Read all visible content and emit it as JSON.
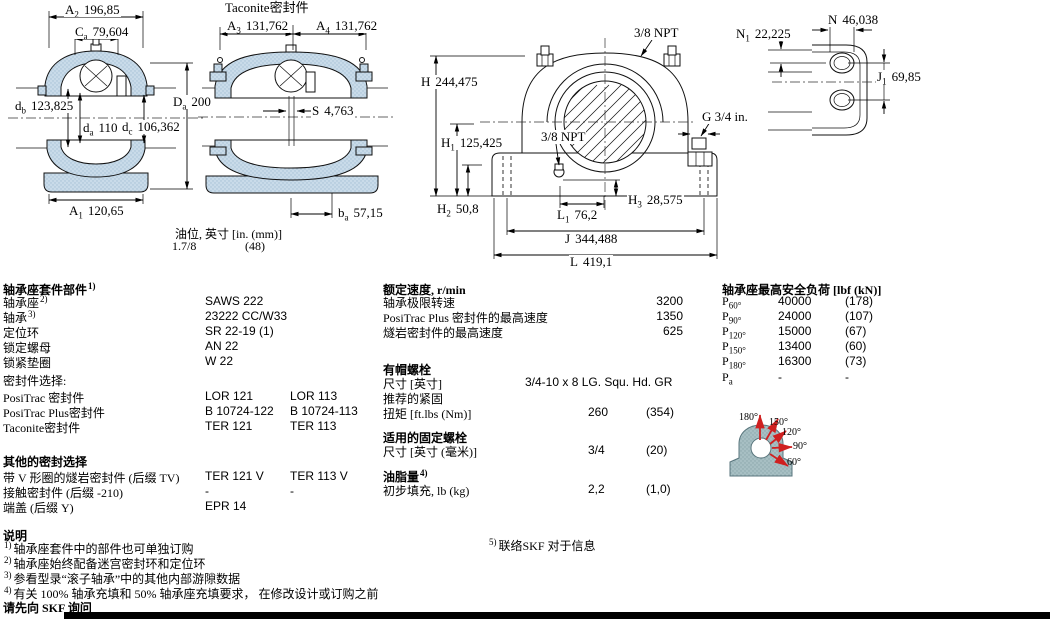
{
  "dims": {
    "a2": {
      "sym": "A",
      "sub": "2",
      "val": "196,85"
    },
    "ca": {
      "sym": "C",
      "sub": "a",
      "val": "79,604"
    },
    "db": {
      "sym": "d",
      "sub": "b",
      "val": "123,825"
    },
    "da": {
      "sym": "d",
      "sub": "a",
      "val": "110"
    },
    "dc": {
      "sym": "d",
      "sub": "c",
      "val": "106,362"
    },
    "Da": {
      "sym": "D",
      "sub": "a",
      "val": "200"
    },
    "a1": {
      "sym": "A",
      "sub": "1",
      "val": "120,65"
    },
    "taconite_title": "Taconite密封件",
    "a3": {
      "sym": "A",
      "sub": "3",
      "val": "131,762"
    },
    "a4": {
      "sym": "A",
      "sub": "4",
      "val": "131,762"
    },
    "s": {
      "sym": "S",
      "sub": "",
      "val": "4,763"
    },
    "ba": {
      "sym": "b",
      "sub": "a",
      "val": "57,15"
    },
    "npt_top": "3/8 NPT",
    "npt_mid": "3/8 NPT",
    "H": {
      "sym": "H",
      "sub": "",
      "val": "244,475"
    },
    "h1": {
      "sym": "H",
      "sub": "1",
      "val": "125,425"
    },
    "g": "G 3/4 in.",
    "h2": {
      "sym": "H",
      "sub": "2",
      "val": "50,8"
    },
    "h3": {
      "sym": "H",
      "sub": "3",
      "val": "28,575"
    },
    "l1": {
      "sym": "L",
      "sub": "1",
      "val": "76,2"
    },
    "j": {
      "sym": "J",
      "sub": "",
      "val": "344,488"
    },
    "l": {
      "sym": "L",
      "sub": "",
      "val": "419,1"
    },
    "n": {
      "sym": "N",
      "sub": "",
      "val": "46,038"
    },
    "n1": {
      "sym": "N",
      "sub": "1",
      "val": "22,225"
    },
    "j1": {
      "sym": "J",
      "sub": "1",
      "val": "69,85"
    }
  },
  "oil": {
    "label": "油位, 英寸 [in. (mm)]",
    "v1": "1.7/8",
    "v2": "(48)"
  },
  "parts": {
    "heading": {
      "text": "轴承座套件部件",
      "sup": "1)"
    },
    "rows": [
      {
        "label": "轴承座",
        "sup": "2)",
        "v1": "SAWS 222",
        "v2": ""
      },
      {
        "label": "轴承",
        "sup": "3)",
        "v1": "23222 CC/W33",
        "v2": ""
      },
      {
        "label": "定位环",
        "sup": "",
        "v1": "SR 22-19 (1)",
        "v2": ""
      },
      {
        "label": "锁定螺母",
        "sup": "",
        "v1": "AN 22",
        "v2": ""
      },
      {
        "label": "锁紧垫圈",
        "sup": "",
        "v1": "W 22",
        "v2": ""
      }
    ]
  },
  "seals": {
    "heading": "密封件选择:",
    "rows": [
      {
        "label": "PosiTrac 密封件",
        "v1": "LOR 121",
        "v2": "LOR 113"
      },
      {
        "label": "PosiTrac Plus密封件",
        "v1": "B 10724-122",
        "v2": "B 10724-113"
      },
      {
        "label": "Taconite密封件",
        "v1": "TER 121",
        "v2": "TER 113"
      }
    ]
  },
  "other_seals": {
    "heading": "其他的密封选择",
    "rows": [
      {
        "label": "带 V 形圈的燧岩密封件 (后缀 TV)",
        "v1": "TER 121 V",
        "v2": "TER 113 V"
      },
      {
        "label": "接触密封件 (后缀 -210)",
        "v1": "-",
        "v2": "-"
      },
      {
        "label": "端盖 (后缀 Y)",
        "v1": "EPR 14",
        "v2": ""
      }
    ]
  },
  "speeds": {
    "heading": "额定速度, r/min",
    "rows": [
      {
        "label": "轴承极限转速",
        "v": "3200"
      },
      {
        "label": "PosiTrac Plus 密封件的最高速度",
        "v": "1350"
      },
      {
        "label": "燧岩密封件的最高速度",
        "v": "625"
      }
    ]
  },
  "cap_bolts": {
    "heading": "有帽螺栓",
    "size_label": "尺寸 [英寸]",
    "size_value": "3/4-10 x 8 LG. Squ. Hd. GR",
    "rec_label": "推荐的紧固",
    "torque_label": "扭矩 [ft.lbs (Nm)]",
    "torque_v1": "260",
    "torque_v2": "(354)"
  },
  "anchor_bolts": {
    "heading": "适用的固定螺栓",
    "size_label": "尺寸 [英寸 (毫米)]",
    "v1": "3/4",
    "v2": "(20)"
  },
  "grease": {
    "heading": "油脂量",
    "sup": "4)",
    "label": "初步填充, lb (kg)",
    "v1": "2,2",
    "v2": "(1,0)"
  },
  "loads": {
    "heading": "轴承座最高安全负荷 [lbf (kN)]",
    "rows": [
      {
        "sym": "P",
        "sub": "60°",
        "v1": "40000",
        "v2": "(178)"
      },
      {
        "sym": "P",
        "sub": "90°",
        "v1": "24000",
        "v2": "(107)"
      },
      {
        "sym": "P",
        "sub": "120°",
        "v1": "15000",
        "v2": "(67)"
      },
      {
        "sym": "P",
        "sub": "150°",
        "v1": "13400",
        "v2": "(60)"
      },
      {
        "sym": "P",
        "sub": "180°",
        "v1": "16300",
        "v2": "(73)"
      },
      {
        "sym": "P",
        "sub": "a",
        "v1": "-",
        "v2": "-"
      }
    ],
    "angles": [
      "180°",
      "150°",
      "120°",
      "90°",
      "60°"
    ]
  },
  "notes": {
    "heading": "说明",
    "items": [
      {
        "sup": "1)",
        "text": "轴承座套件中的部件也可单独订购"
      },
      {
        "sup": "2)",
        "text": "轴承座始终配备迷宫密封环和定位环"
      },
      {
        "sup": "3)",
        "text": "参看型录“滚子轴承”中的其他内部游隙数据"
      },
      {
        "sup": "4)",
        "text": "有关 100% 轴承充填和 50% 轴承座充填要求， 在修改设计或订购之前"
      }
    ],
    "footer": "请先向 SKF 询问",
    "note5_sup": "5)",
    "note5_text": "联络SKF 对于信息"
  },
  "colors": {
    "housing_fill": "#c9dbe9",
    "outline": "#111111",
    "arrow_red": "#cf2020"
  }
}
